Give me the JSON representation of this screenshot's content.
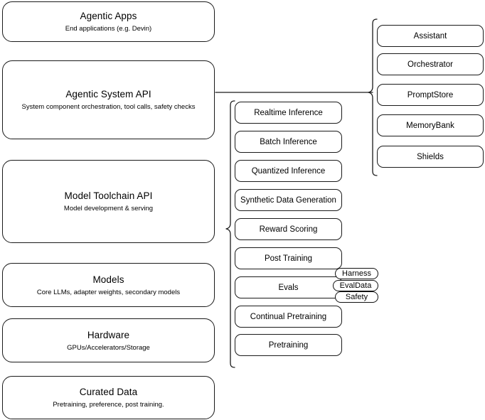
{
  "diagram": {
    "title": "Agentic stack layered architecture",
    "background_color": "#ffffff",
    "stroke_color": "#1a1a1a"
  },
  "layers": [
    {
      "id": "agentic-apps",
      "title": "Agentic Apps",
      "subtitle": "End applications (e.g. Devin)"
    },
    {
      "id": "agentic-system-api",
      "title": "Agentic System API",
      "subtitle": "System component orchestration, tool calls, safety checks"
    },
    {
      "id": "model-toolchain-api",
      "title": "Model Toolchain API",
      "subtitle": "Model development & serving"
    },
    {
      "id": "models",
      "title": "Models",
      "subtitle": "Core LLMs, adapter weights, secondary models"
    },
    {
      "id": "hardware",
      "title": "Hardware",
      "subtitle": "GPUs/Accelerators/Storage"
    },
    {
      "id": "curated-data",
      "title": "Curated Data",
      "subtitle": "Pretraining, preference, post training."
    }
  ],
  "toolchain_components": [
    {
      "id": "realtime-inference",
      "label": "Realtime Inference"
    },
    {
      "id": "batch-inference",
      "label": "Batch Inference"
    },
    {
      "id": "quantized-inference",
      "label": "Quantized Inference"
    },
    {
      "id": "synthetic-data-generation",
      "label": "Synthetic Data Generation"
    },
    {
      "id": "reward-scoring",
      "label": "Reward Scoring"
    },
    {
      "id": "post-training",
      "label": "Post Training"
    },
    {
      "id": "evals",
      "label": "Evals"
    },
    {
      "id": "continual-pretraining",
      "label": "Continual Pretraining"
    },
    {
      "id": "pretraining",
      "label": "Pretraining"
    }
  ],
  "evals_subcomponents": [
    {
      "id": "harness",
      "label": "Harness"
    },
    {
      "id": "evaldata",
      "label": "EvalData"
    },
    {
      "id": "safety",
      "label": "Safety"
    }
  ],
  "system_components": [
    {
      "id": "assistant",
      "label": "Assistant"
    },
    {
      "id": "orchestrator",
      "label": "Orchestrator"
    },
    {
      "id": "promptstore",
      "label": "PromptStore"
    },
    {
      "id": "memorybank",
      "label": "MemoryBank"
    },
    {
      "id": "shields",
      "label": "Shields"
    }
  ]
}
